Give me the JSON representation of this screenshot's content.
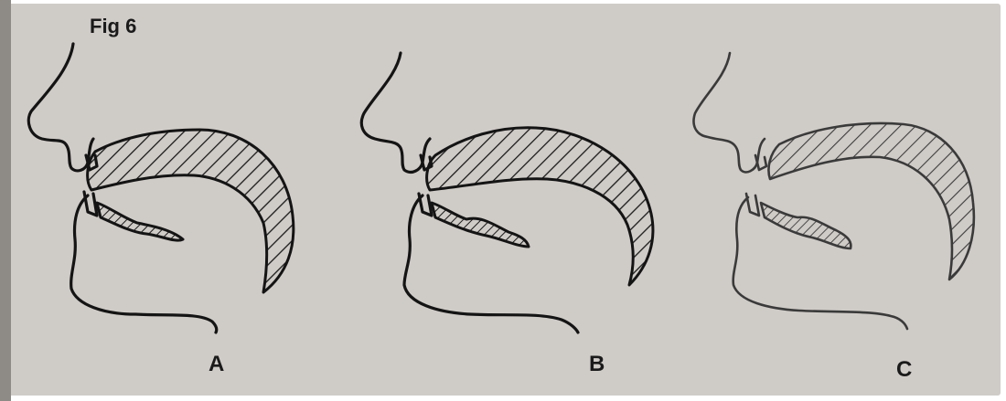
{
  "figure": {
    "title": "Fig 6",
    "panels": [
      {
        "label": "A"
      },
      {
        "label": "B"
      },
      {
        "label": "C"
      }
    ]
  },
  "colors": {
    "paper": "#cfcbc7",
    "ink": "#141414"
  }
}
